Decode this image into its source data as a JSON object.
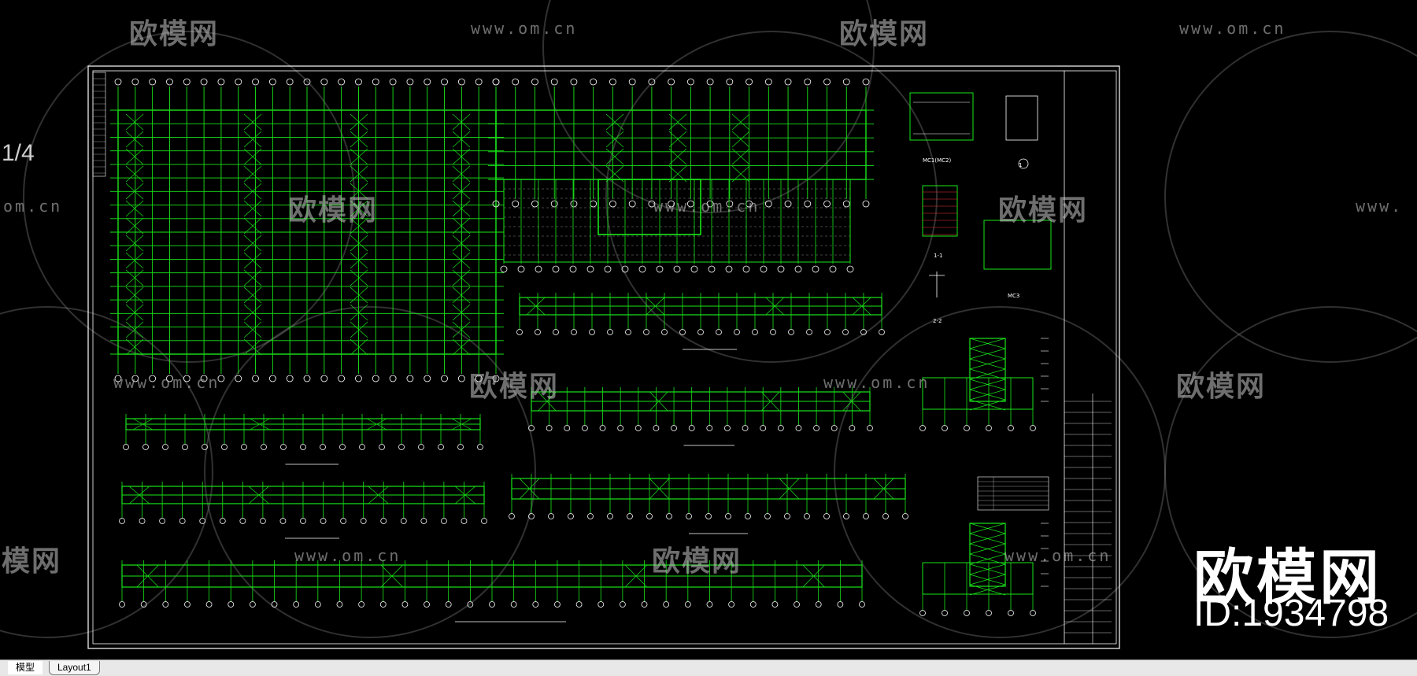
{
  "watermark": {
    "brand": "欧模网",
    "url": "www.om.cn",
    "url_partial": "om.cn",
    "url_partial_left": "www.",
    "brand_partial": "模网"
  },
  "page_indicator": "1/4",
  "overlay": {
    "brand": "欧模网",
    "id_text": "ID:1934798"
  },
  "drawing": {
    "sheet_border_color": "#ffffff",
    "line_color": "#19e619",
    "annotation_color": "#ffffff",
    "detail_labels": [
      "MC1(MC2)",
      "1",
      "1-1",
      "MC3",
      "2-2"
    ],
    "detail_marker": "1"
  },
  "tabs": [
    {
      "label": "模型",
      "active": true
    },
    {
      "label": "Layout1",
      "active": false
    }
  ]
}
